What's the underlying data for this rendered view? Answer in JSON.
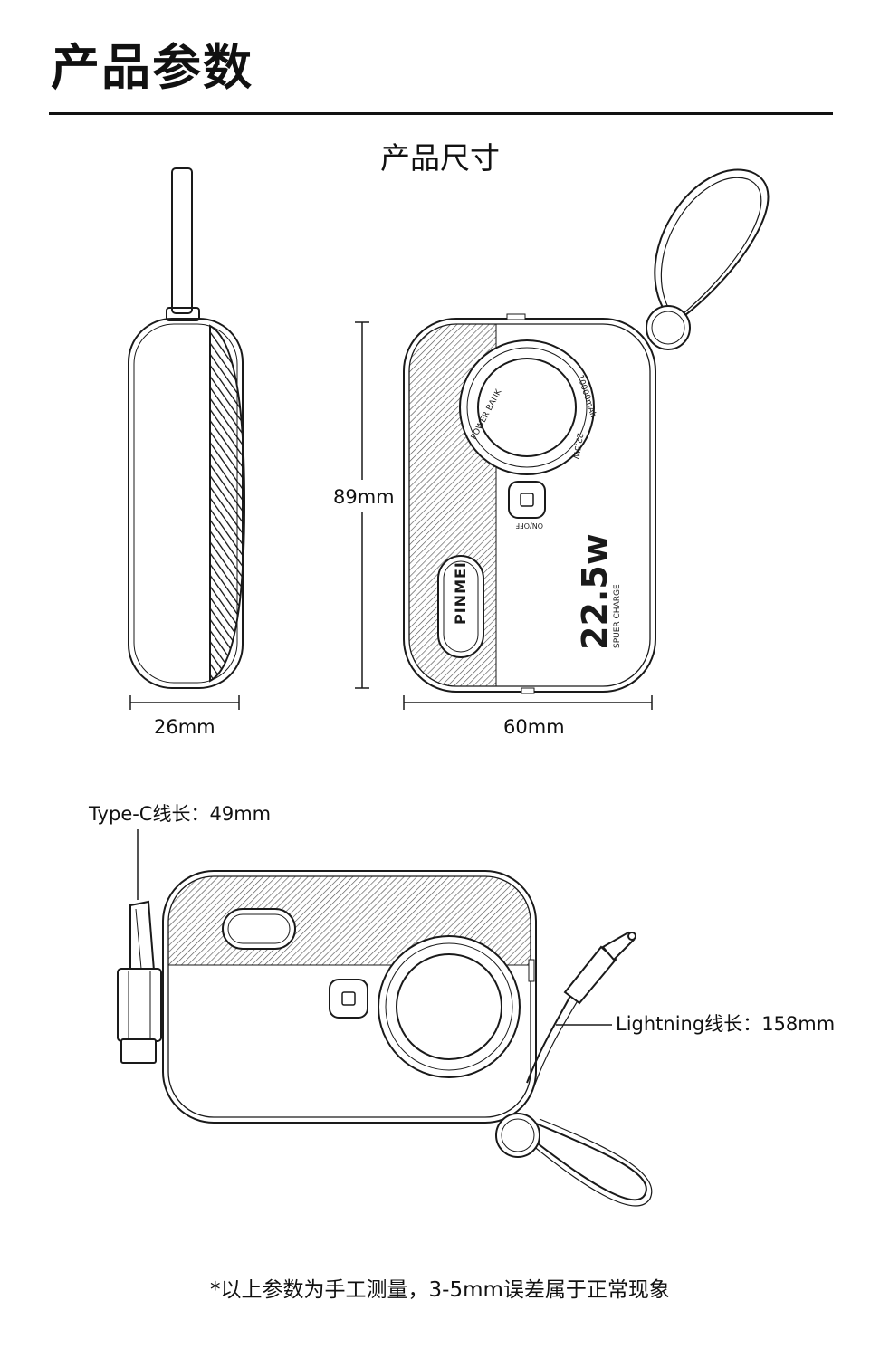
{
  "page_title": "产品参数",
  "section_title": "产品尺寸",
  "dimensions": {
    "thickness": "26mm",
    "height": "89mm",
    "width": "60mm"
  },
  "product": {
    "brand": "PINMEI",
    "ring_text_left": "POWER BANK",
    "ring_text_right": "10000mAh",
    "ring_text_bottom": "22.5W",
    "button_label": "ON/OFF",
    "power_big": "22.5w",
    "power_sub": "SPUER CHARGE"
  },
  "cables": {
    "typec_label": "Type-C线长：49mm",
    "lightning_label": "Lightning线长：158mm"
  },
  "footnote": "*以上参数为手工测量，3-5mm误差属于正常现象",
  "colors": {
    "line": "#1a1a1a",
    "hatch": "#555555"
  }
}
